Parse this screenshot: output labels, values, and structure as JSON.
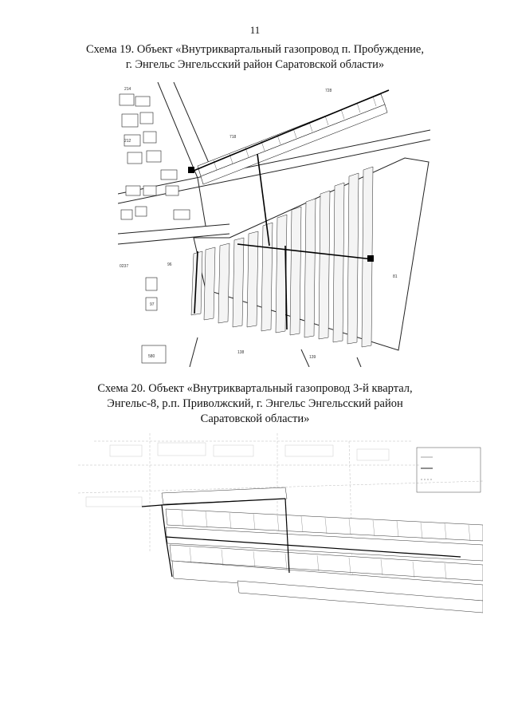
{
  "page": {
    "number": "11"
  },
  "scheme19": {
    "caption_line1": "Схема 19. Объект «Внутриквартальный газопровод п. Пробуждение,",
    "caption_line2": "г. Энгельс Энгельсский район Саратовской области»",
    "map_labels": {
      "block_a": "728",
      "block_b": "718",
      "block_c": "96",
      "block_d": "97",
      "block_e": "81",
      "block_f": "138",
      "block_g": "139",
      "block_h": "580",
      "parcel_edge": "0237",
      "parcel_top": "214",
      "parcel_top2": "212"
    }
  },
  "scheme20": {
    "caption_line1": "Схема 20. Объект «Внутриквартальный газопровод 3-й квартал,",
    "caption_line2": "Энгельс-8, р.п. Приволжский, г. Энгельс Энгельсский район",
    "caption_line3": "Саратовской области»"
  }
}
